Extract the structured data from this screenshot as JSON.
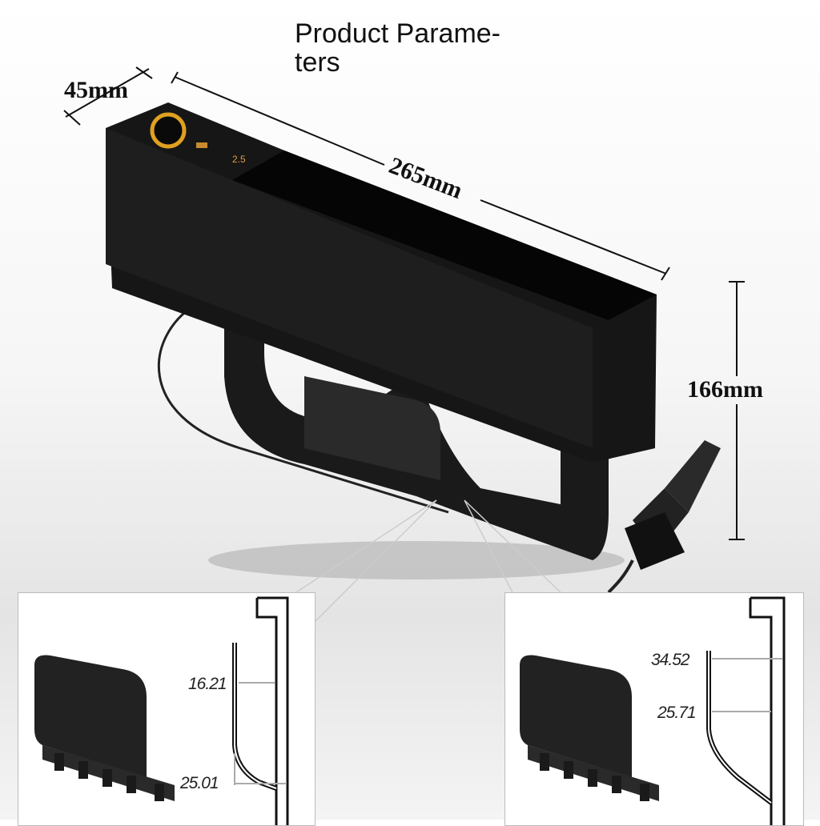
{
  "title_line1": "Product Parame-",
  "title_line2": "ters",
  "dimensions": {
    "depth": "45mm",
    "length": "265mm",
    "height": "166mm"
  },
  "device_display": "2.5",
  "detail_left": {
    "top": "16.21",
    "bottom": "25.01"
  },
  "detail_right": {
    "top": "34.52",
    "bottom": "25.71"
  },
  "colors": {
    "body": "#111111",
    "ring": "#e0a020"
  }
}
